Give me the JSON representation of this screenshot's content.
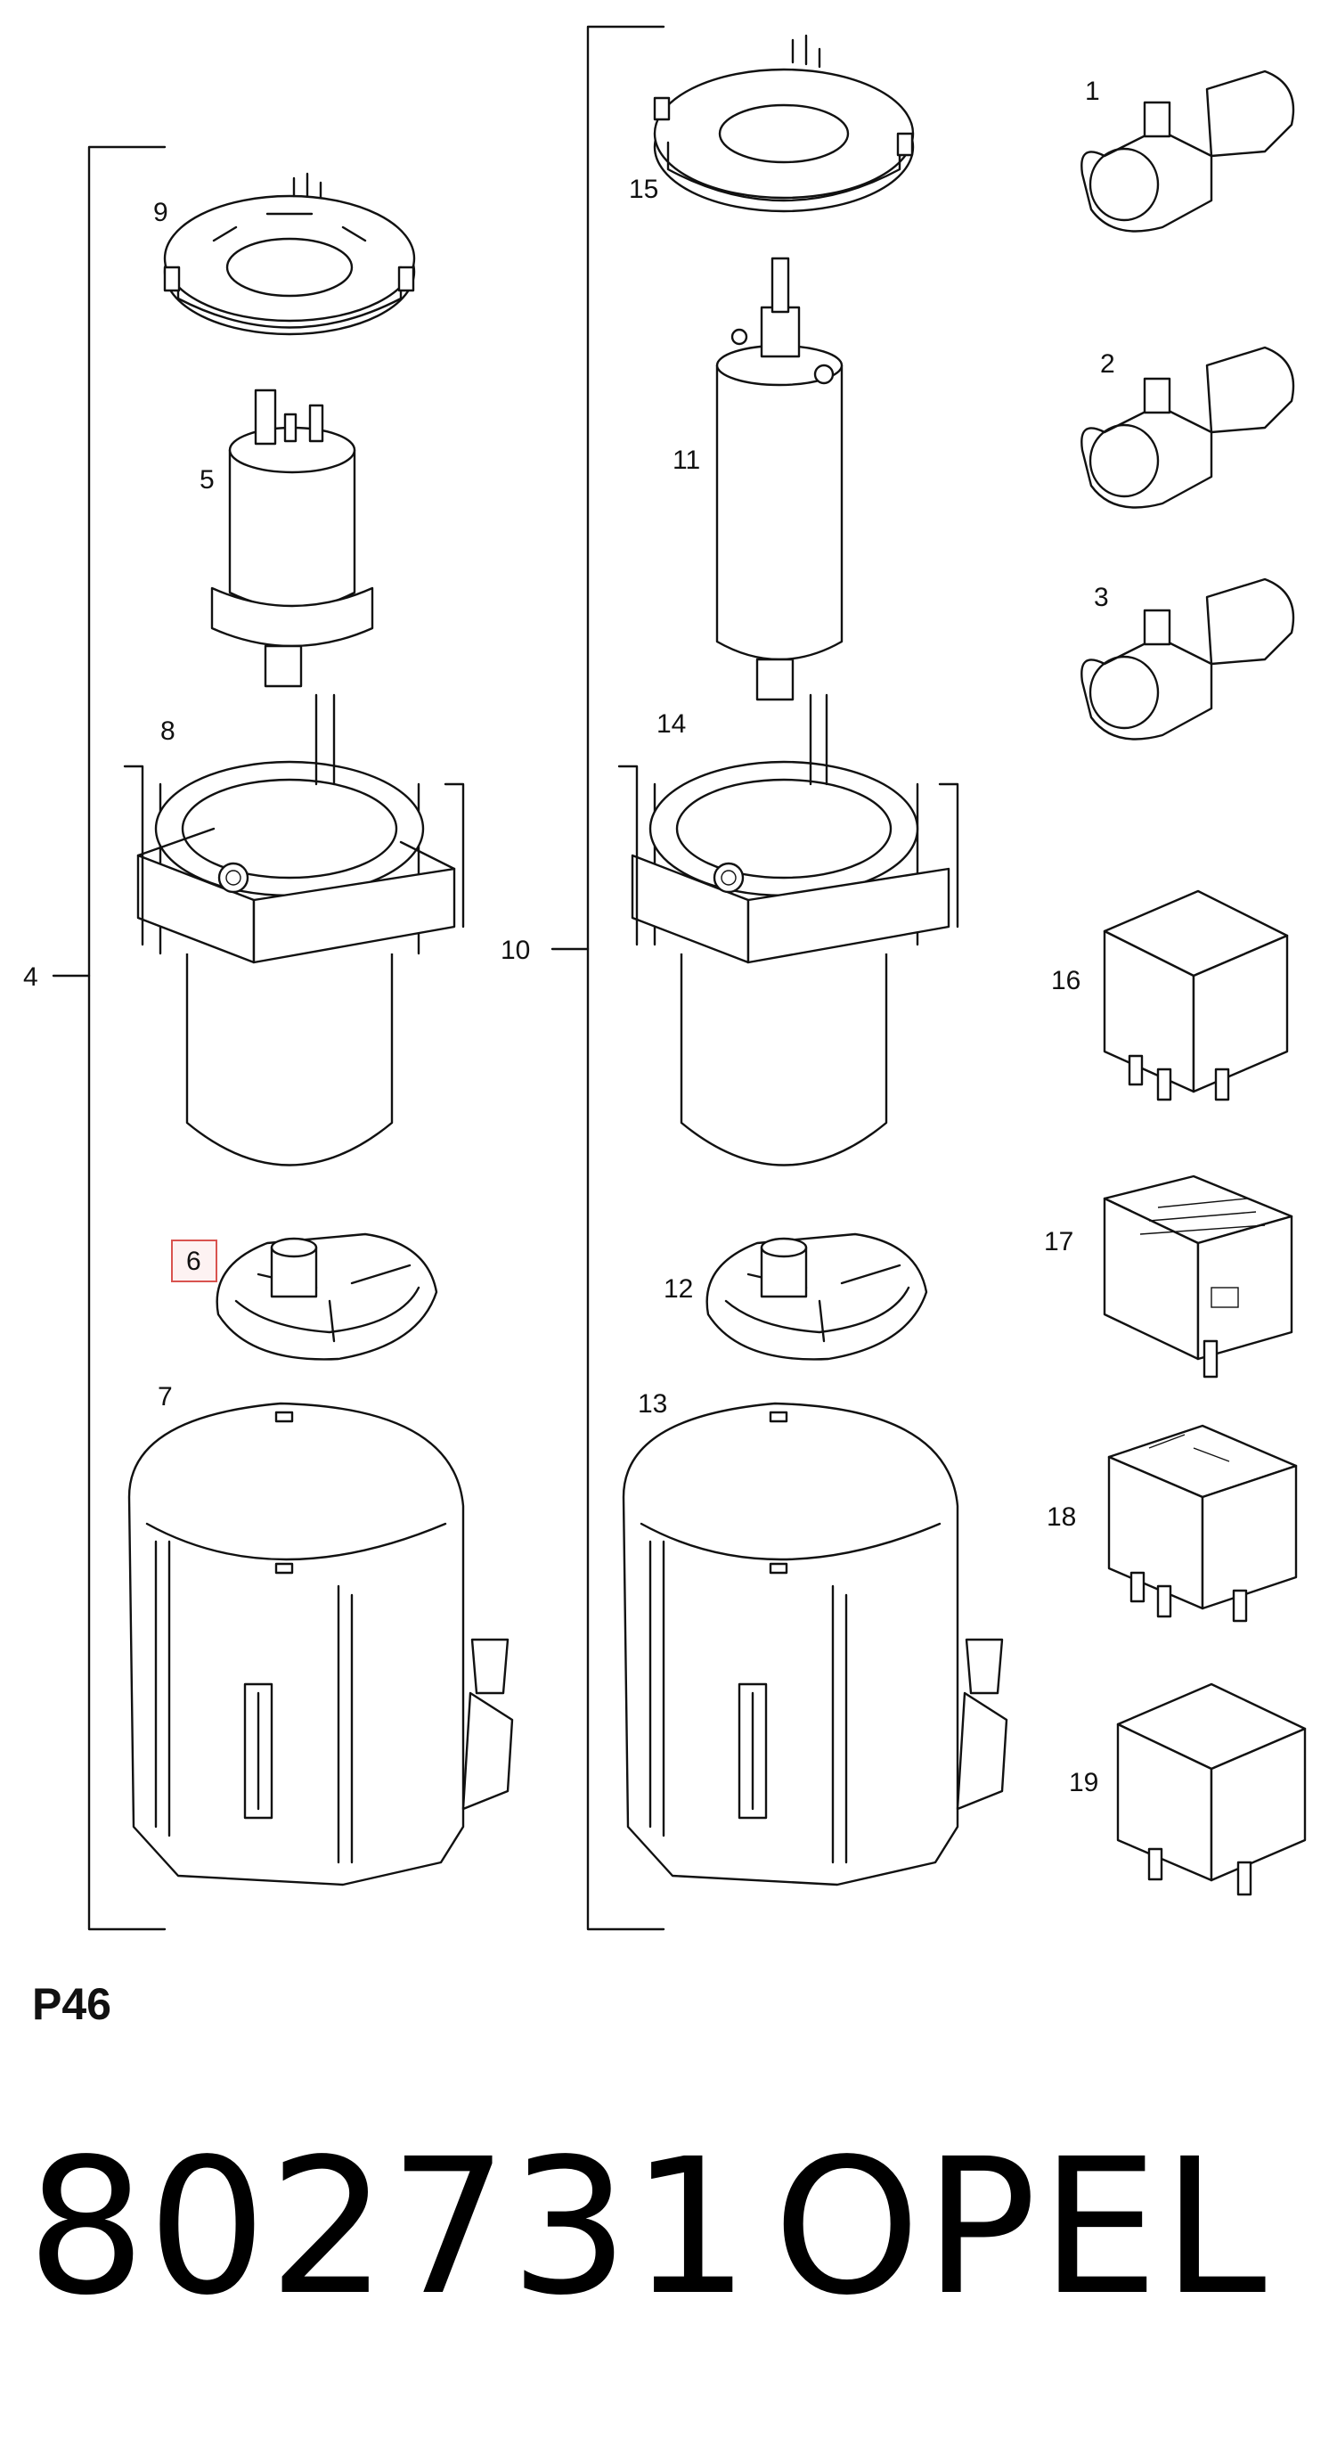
{
  "diagram": {
    "labels": {
      "l1": "1",
      "l2": "2",
      "l3": "3",
      "l4": "4",
      "l5": "5",
      "l6": "6",
      "l7": "7",
      "l8": "8",
      "l9": "9",
      "l10": "10",
      "l11": "11",
      "l12": "12",
      "l13": "13",
      "l14": "14",
      "l15": "15",
      "l16": "16",
      "l17": "17",
      "l18": "18",
      "l19": "19"
    },
    "highlighted_label": "6"
  },
  "footer": {
    "page_code": "P46",
    "part_number": "802731",
    "brand": "OPEL"
  }
}
